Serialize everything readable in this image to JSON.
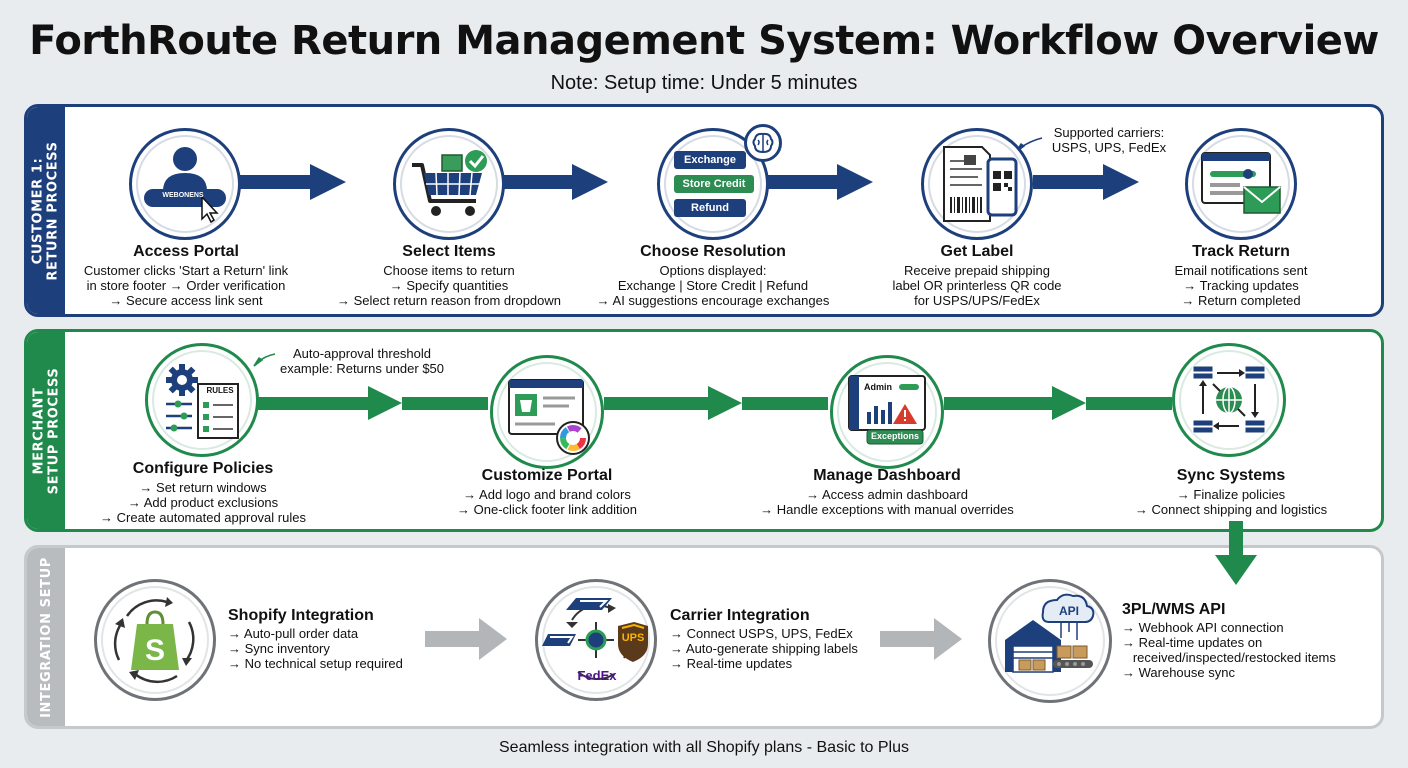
{
  "page": {
    "title": "ForthRoute Return Management System: Workflow Overview",
    "subtitle": "Note: Setup time: Under 5 minutes",
    "footer": "Seamless integration with all Shopify plans - Basic to Plus"
  },
  "colors": {
    "customer": "#1d3f7c",
    "merchant": "#1f8a4c",
    "integration": "#b9bcbf",
    "shopify_green": "#7ab648",
    "ups_brown": "#5a3a1a",
    "fedex_purple": "#4d148c",
    "fedex_orange": "#ff6600"
  },
  "lanes": {
    "customer": {
      "label": "CUSTOMER 1:\nRETURN PROCESS",
      "steps": [
        {
          "icon": "user-portal-icon",
          "badge": "WEBONENS",
          "title": "Access Portal",
          "lines": [
            "Customer clicks 'Start a Return' link",
            "in store footer → Order verification",
            "→ Secure access link sent"
          ]
        },
        {
          "icon": "shopping-cart-check-icon",
          "title": "Select Items",
          "lines": [
            "Choose items to return",
            "→ Specify quantities",
            "→ Select return reason from dropdown"
          ]
        },
        {
          "icon": "resolution-options-icon",
          "options": [
            "Exchange",
            "Store Credit",
            "Refund"
          ],
          "title": "Choose Resolution",
          "lines": [
            "Options displayed:",
            "Exchange | Store Credit | Refund",
            "→ AI suggestions encourage exchanges"
          ]
        },
        {
          "icon": "shipping-label-qr-icon",
          "title": "Get Label",
          "lines": [
            "Receive prepaid shipping",
            "label OR printerless QR code",
            "for USPS/UPS/FedEx"
          ]
        },
        {
          "icon": "tracking-email-icon",
          "title": "Track Return",
          "lines": [
            "Email notifications sent",
            "→ Tracking updates",
            "→ Return completed"
          ]
        }
      ],
      "note": {
        "lines": [
          "Supported carriers:",
          "USPS, UPS, FedEx"
        ]
      }
    },
    "merchant": {
      "label": "MERCHANT\nSETUP PROCESS",
      "steps": [
        {
          "icon": "policy-rules-gear-icon",
          "badge": "RULES",
          "title": "Configure Policies",
          "lines": [
            "→ Set return windows",
            "→ Add product exclusions",
            "→ Create automated approval rules"
          ]
        },
        {
          "icon": "portal-branding-icon",
          "title": "Customize Portal",
          "lines": [
            "→ Add logo and brand colors",
            "→ One-click footer link addition"
          ]
        },
        {
          "icon": "admin-dashboard-icon",
          "badge": "Admin",
          "badge2": "Exceptions",
          "title": "Manage Dashboard",
          "lines": [
            "→ Access admin dashboard",
            "→ Handle exceptions with manual overrides"
          ]
        },
        {
          "icon": "sync-network-icon",
          "title": "Sync Systems",
          "lines": [
            "→ Finalize policies",
            "→ Connect shipping and logistics"
          ]
        }
      ],
      "note": {
        "lines": [
          "Auto-approval threshold",
          "example: Returns under $50"
        ]
      }
    },
    "integration": {
      "label": "INTEGRATION SETUP",
      "steps": [
        {
          "icon": "shopify-sync-icon",
          "title": "Shopify Integration",
          "lines": [
            "→ Auto-pull order data",
            "→ Sync inventory",
            "→ No technical setup required"
          ]
        },
        {
          "icon": "carrier-logos-icon",
          "ups_label": "UPS",
          "fedex_label": "FedEx",
          "title": "Carrier Integration",
          "lines": [
            "→ Connect USPS, UPS, FedEx",
            "→ Auto-generate shipping labels",
            "→ Real-time updates"
          ]
        },
        {
          "icon": "warehouse-api-icon",
          "badge": "API",
          "title": "3PL/WMS API",
          "lines": [
            "→ Webhook API connection",
            "→ Real-time updates on",
            "   received/inspected/restocked items",
            "→ Warehouse sync"
          ]
        }
      ]
    }
  }
}
